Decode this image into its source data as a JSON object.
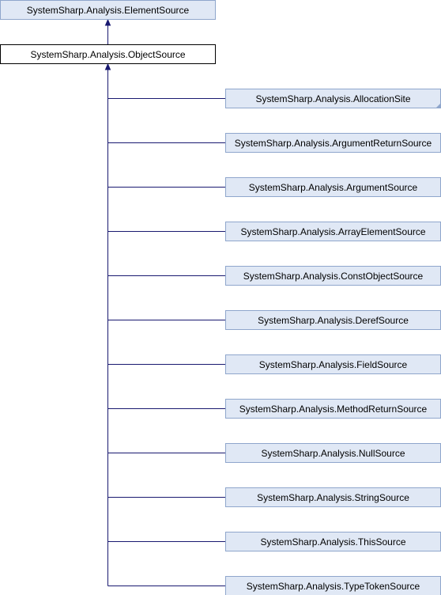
{
  "diagram": {
    "colors": {
      "base_fill": "#e0e8f5",
      "base_stroke": "#8fa6cc",
      "current_fill": "#ffffff",
      "current_stroke": "#000000",
      "derived_fill": "#e0e8f5",
      "derived_stroke": "#8fa6cc",
      "edge": "#191970",
      "fold_marker": "#8fa6cc"
    },
    "base_class": {
      "label": "SystemSharp.Analysis.ElementSource"
    },
    "current_class": {
      "label": "SystemSharp.Analysis.ObjectSource"
    },
    "derived_classes": [
      {
        "label": "SystemSharp.Analysis.AllocationSite",
        "has_more": true
      },
      {
        "label": "SystemSharp.Analysis.ArgumentReturnSource",
        "has_more": false
      },
      {
        "label": "SystemSharp.Analysis.ArgumentSource",
        "has_more": false
      },
      {
        "label": "SystemSharp.Analysis.ArrayElementSource",
        "has_more": false
      },
      {
        "label": "SystemSharp.Analysis.ConstObjectSource",
        "has_more": false
      },
      {
        "label": "SystemSharp.Analysis.DerefSource",
        "has_more": false
      },
      {
        "label": "SystemSharp.Analysis.FieldSource",
        "has_more": false
      },
      {
        "label": "SystemSharp.Analysis.MethodReturnSource",
        "has_more": false
      },
      {
        "label": "SystemSharp.Analysis.NullSource",
        "has_more": false
      },
      {
        "label": "SystemSharp.Analysis.StringSource",
        "has_more": false
      },
      {
        "label": "SystemSharp.Analysis.ThisSource",
        "has_more": false
      },
      {
        "label": "SystemSharp.Analysis.TypeTokenSource",
        "has_more": false
      }
    ]
  }
}
